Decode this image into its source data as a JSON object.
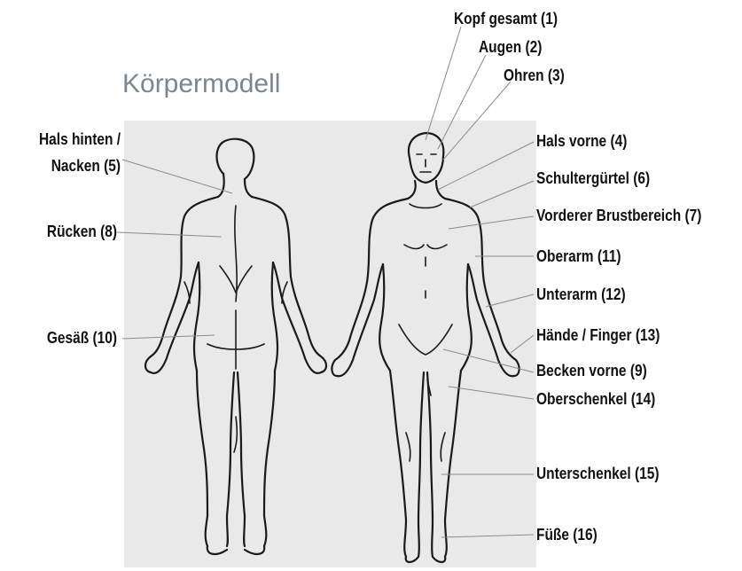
{
  "title": "Körpermodell",
  "labels": {
    "kopf": "Kopf gesamt (1)",
    "augen": "Augen (2)",
    "ohren": "Ohren (3)",
    "hals_vorne": "Hals vorne (4)",
    "hals_hinten_1": "Hals hinten /",
    "hals_hinten_2": "Nacken (5)",
    "schulter": "Schultergürtel (6)",
    "brust": "Vorderer Brustbereich (7)",
    "ruecken": "Rücken (8)",
    "becken": "Becken vorne (9)",
    "gesaess": "Gesäß (10)",
    "oberarm": "Oberarm (11)",
    "unterarm": "Unterarm (12)",
    "haende": "Hände / Finger (13)",
    "oberschenkel": "Oberschenkel (14)",
    "unterschenkel": "Unterschenkel (15)",
    "fuesse": "Füße (16)"
  },
  "colors": {
    "panel": "#e9e9e9",
    "title": "#7a8790",
    "label": "#111111",
    "outline": "#1a1a1a",
    "leader": "#8a8a8a"
  }
}
